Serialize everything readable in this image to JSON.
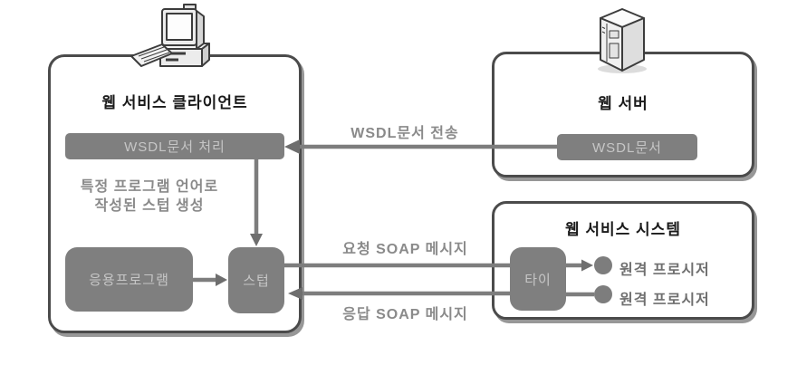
{
  "client": {
    "title": "웹 서비스 클라이언트",
    "wsdl_processor": "WSDL문서 처리",
    "stub_note_line1": "특정 프로그램 언어로",
    "stub_note_line2": "작성된 스텁 생성",
    "application": "응용프로그램",
    "stub": "스텁"
  },
  "server": {
    "title": "웹 서버",
    "wsdl_doc": "WSDL문서"
  },
  "system": {
    "title": "웹 서비스 시스템",
    "tie": "타이",
    "procedures": [
      "원격 프로시저",
      "원격 프로시저"
    ]
  },
  "arrows": {
    "wsdl_transfer": "WSDL문서 전송",
    "request_soap": "요청 SOAP 메시지",
    "response_soap": "응답 SOAP 메시지"
  },
  "icons": {
    "client": "desktop-computer-icon",
    "server": "server-tower-icon"
  },
  "colors": {
    "node_fill": "#7f7f7f",
    "node_text": "#c6c6c6",
    "line": "#7d7d7d",
    "arrowhead": "#6e6e6e",
    "outer_border": "#4b4b4b",
    "shadow": "#979797",
    "label_text": "#8a8a8a",
    "title_text": "#1a1a1a"
  }
}
